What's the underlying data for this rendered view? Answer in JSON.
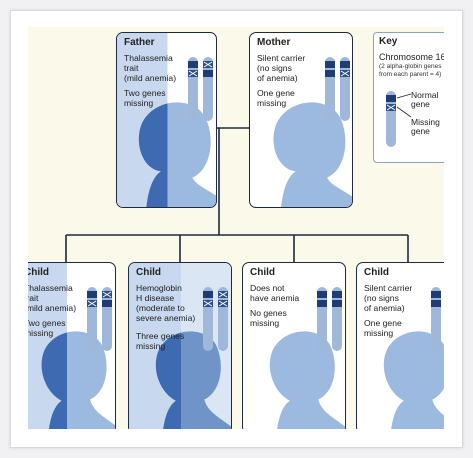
{
  "father": {
    "title": "Father",
    "desc": "Thalassemia\ntrait\n(mild anemia)",
    "missing": "Two genes\nmissing",
    "genes": [
      "present",
      "missing",
      "missing",
      "present"
    ]
  },
  "mother": {
    "title": "Mother",
    "desc": "Silent carrier\n(no signs\nof anemia)",
    "missing": "One gene\nmissing",
    "genes": [
      "present",
      "present",
      "present",
      "missing"
    ]
  },
  "children": [
    {
      "title": "Child",
      "desc": "Thalassemia\ntrait\n(mild anemia)",
      "missing": "Two genes\nmissing",
      "genes": [
        "present",
        "missing",
        "missing",
        "present"
      ]
    },
    {
      "title": "Child",
      "desc": "Hemoglobin\nH disease\n(moderate to\nsevere anemia)",
      "missing": "Three genes\nmissing",
      "genes": [
        "present",
        "missing",
        "missing",
        "missing"
      ]
    },
    {
      "title": "Child",
      "desc": "Does not\nhave anemia",
      "missing": "No genes\nmissing",
      "genes": [
        "present",
        "present",
        "present",
        "present"
      ]
    },
    {
      "title": "Child",
      "desc": "Silent carrier\n(no signs\nof anemia)",
      "missing": "One gene\nmissing",
      "genes": [
        "present",
        "present",
        "present",
        "missing"
      ]
    }
  ],
  "key": {
    "title": "Key",
    "chromosome": "Chromosome 16",
    "note": "(2 alpha-globin genes\nfrom each parent = 4)",
    "normal": "Normal\ngene",
    "missing": "Missing\ngene"
  },
  "colors": {
    "line": "#1f2940",
    "gene_present": "#1f3c73",
    "gene_missing": "#2d4d8a",
    "chromosome_body": "#9fb7d9",
    "face_pale": "#9cb9e0",
    "face_mid": "#6f95c8",
    "face_dark": "#3d6ab0",
    "panel_tint": "#c7d8ef"
  }
}
